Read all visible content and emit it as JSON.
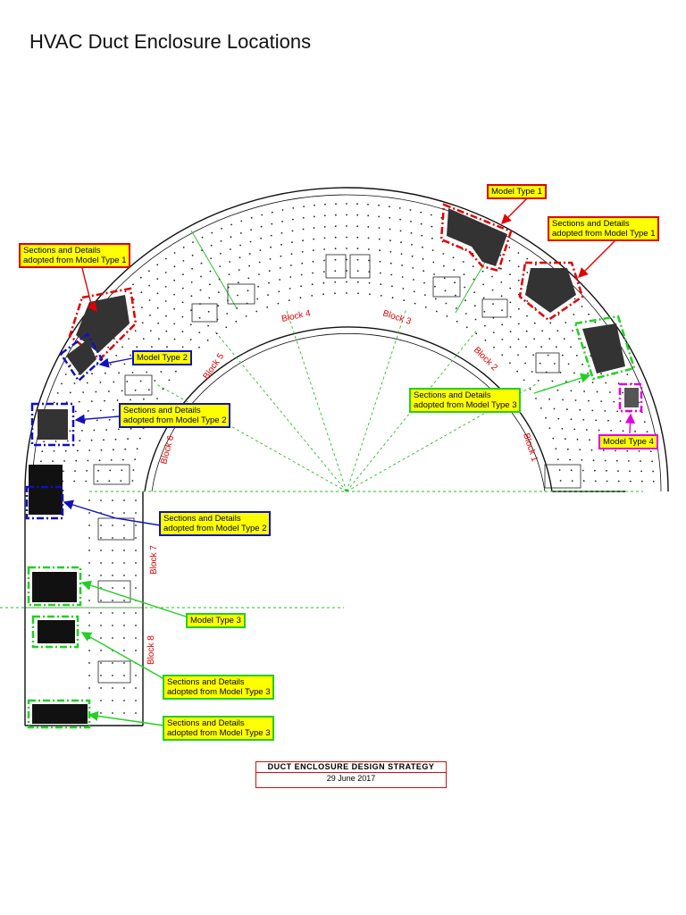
{
  "title": "HVAC Duct Enclosure Locations",
  "blocks": [
    "Block 1",
    "Block 2",
    "Block 3",
    "Block 4",
    "Block 5",
    "Block 6",
    "Block 7",
    "Block 8"
  ],
  "callouts": [
    {
      "id": "c1",
      "color": "red",
      "lines": [
        "Model Type 1"
      ]
    },
    {
      "id": "c2",
      "color": "red",
      "lines": [
        "Sections and Details",
        "adopted from Model Type 1"
      ]
    },
    {
      "id": "c3",
      "color": "red",
      "lines": [
        "Sections and Details",
        "adopted from Model Type 1"
      ]
    },
    {
      "id": "c4",
      "color": "blue",
      "lines": [
        "Model Type 2"
      ]
    },
    {
      "id": "c5",
      "color": "blue",
      "lines": [
        "Sections and Details",
        "adopted from Model Type 2"
      ]
    },
    {
      "id": "c6",
      "color": "green",
      "lines": [
        "Sections and Details",
        "adopted from Model Type 3"
      ]
    },
    {
      "id": "c7",
      "color": "magenta",
      "lines": [
        "Model Type 4"
      ]
    },
    {
      "id": "c8",
      "color": "blue",
      "lines": [
        "Sections and Details",
        "adopted from Model Type 2"
      ]
    },
    {
      "id": "c9",
      "color": "green",
      "lines": [
        "Model Type 3"
      ]
    },
    {
      "id": "c10",
      "color": "green",
      "lines": [
        "Sections and Details",
        "adopted from Model Type 3"
      ]
    },
    {
      "id": "c11",
      "color": "green",
      "lines": [
        "Sections and Details",
        "adopted from Model Type 3"
      ]
    }
  ],
  "title_block": {
    "heading": "DUCT ENCLOSURE DESIGN STRATEGY",
    "date": "29 June 2017"
  },
  "colors": {
    "red": "#e00000",
    "blue": "#1010c0",
    "green": "#22d022",
    "magenta": "#e000e0",
    "callout_fill": "#ffff00",
    "block_label": "#e00000"
  }
}
